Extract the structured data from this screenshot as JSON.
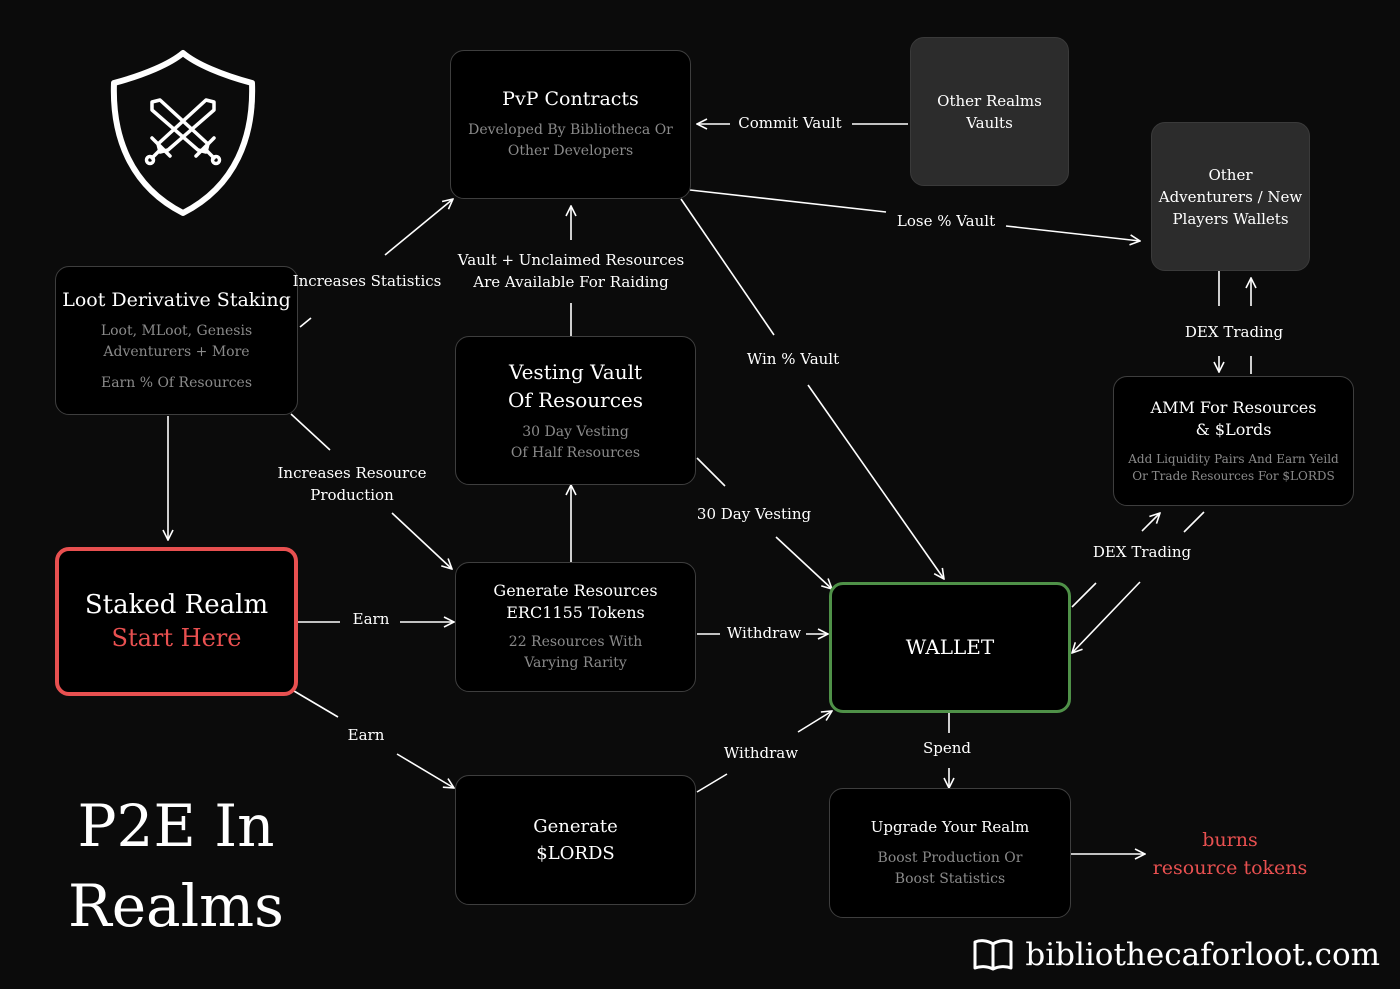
{
  "title": [
    "P2E In",
    "Realms"
  ],
  "nodes": {
    "pvp": {
      "title": "PvP Contracts",
      "sub": [
        "Developed By Bibliotheca Or",
        "Other Developers"
      ]
    },
    "other_vaults": {
      "title": [
        "Other Realms",
        "Vaults"
      ]
    },
    "other_wallets": {
      "title": [
        "Other",
        "Adventurers / New",
        "Players Wallets"
      ]
    },
    "loot_staking": {
      "title": "Loot Derivative Staking",
      "sub": [
        "Loot, MLoot, Genesis",
        "Adventurers + More"
      ],
      "sub2": "Earn % Of Resources"
    },
    "vesting": {
      "title": [
        "Vesting Vault",
        "Of Resources"
      ],
      "sub": [
        "30 Day Vesting",
        "Of Half Resources"
      ]
    },
    "amm": {
      "title": [
        "AMM For Resources",
        "& $Lords"
      ],
      "sub": [
        "Add Liquidity Pairs And Earn Yeild",
        "Or Trade Resources For $LORDS"
      ]
    },
    "staked_realm": {
      "title": "Staked Realm",
      "accent": "Start Here"
    },
    "generate_resources": {
      "title": [
        "Generate Resources",
        "ERC1155 Tokens"
      ],
      "sub": [
        "22 Resources With",
        "Varying Rarity"
      ]
    },
    "wallet": {
      "title": "WALLET"
    },
    "generate_lords": {
      "title": [
        "Generate",
        "$LORDS"
      ]
    },
    "upgrade": {
      "title": "Upgrade Your Realm",
      "sub": [
        "Boost Production Or",
        "Boost Statistics"
      ]
    }
  },
  "edge_labels": {
    "commit_vault": "Commit Vault",
    "lose_vault": "Lose % Vault",
    "increases_statistics": "Increases Statistics",
    "vault_unclaimed": [
      "Vault + Unclaimed Resources",
      "Are Available For Raiding"
    ],
    "win_vault": "Win % Vault",
    "dex_trading_top": "DEX Trading",
    "increases_production": [
      "Increases Resource",
      "Production"
    ],
    "thirty_day": "30 Day Vesting",
    "dex_trading_bottom": "DEX Trading",
    "earn_right": "Earn",
    "withdraw_resources": "Withdraw",
    "earn_lords": "Earn",
    "withdraw_lords": "Withdraw",
    "spend": "Spend"
  },
  "burns": [
    "burns",
    "resource tokens"
  ],
  "footer": {
    "text": "bibliothecaforloot.com",
    "icon": "book-icon"
  },
  "colors": {
    "background": "#0b0b0b",
    "accent_red": "#e85050",
    "wallet_green": "#4f9148",
    "muted_text": "#8a8a8a",
    "grey_box": "#2c2c2c"
  }
}
